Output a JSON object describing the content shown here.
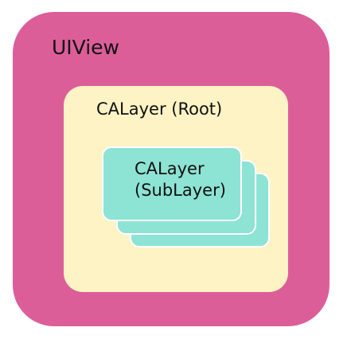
{
  "diagram": {
    "uiview": {
      "label": "UIView",
      "color": "#dc5e99"
    },
    "root_layer": {
      "label": "CALayer (Root)",
      "color": "#fdf3c5"
    },
    "sublayer": {
      "label_line1": "CALayer",
      "label_line2": "(SubLayer)",
      "color": "#8de3d4",
      "border_color": "#ffffff"
    }
  }
}
